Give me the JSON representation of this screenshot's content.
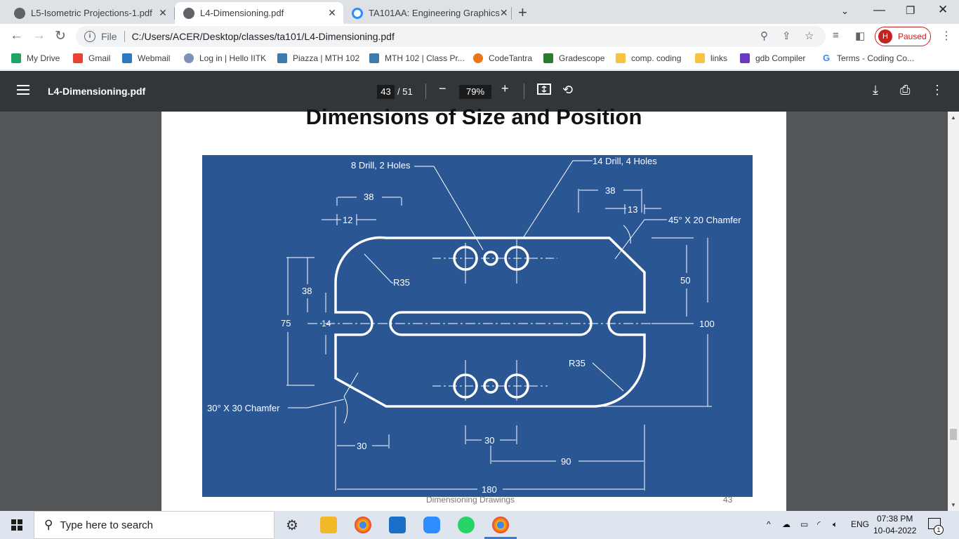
{
  "tabs": [
    {
      "title": "L5-Isometric Projections-1.pdf",
      "active": false,
      "icon": "globe-icon"
    },
    {
      "title": "L4-Dimensioning.pdf",
      "active": true,
      "icon": "globe-icon"
    },
    {
      "title": "TA101AA: Engineering Graphics",
      "active": false,
      "icon": "zoom-icon"
    }
  ],
  "address": {
    "scheme": "File",
    "url": "C:/Users/ACER/Desktop/classes/ta101/L4-Dimensioning.pdf"
  },
  "profile": {
    "initial": "H",
    "status": "Paused"
  },
  "bookmarks": [
    {
      "label": "My Drive",
      "icon": "google-drive-icon",
      "color": "#1fa463"
    },
    {
      "label": "Gmail",
      "icon": "gmail-icon",
      "color": "#ea4335"
    },
    {
      "label": "Webmail",
      "icon": "webmail-icon",
      "color": "#2b79c2"
    },
    {
      "label": "Log in | Hello IITK",
      "icon": "hello-iitk-icon",
      "color": "#7e8fb8"
    },
    {
      "label": "Piazza | MTH 102",
      "icon": "piazza-icon",
      "color": "#3e7aab"
    },
    {
      "label": "MTH 102 | Class Pr...",
      "icon": "piazza-icon",
      "color": "#3e7aab"
    },
    {
      "label": "CodeTantra",
      "icon": "codetantra-icon",
      "color": "#e8761a"
    },
    {
      "label": "Gradescope",
      "icon": "gradescope-icon",
      "color": "#2c7a2f"
    },
    {
      "label": "comp. coding",
      "icon": "folder-icon",
      "color": "#f4c542"
    },
    {
      "label": "links",
      "icon": "folder-icon",
      "color": "#f4c542"
    },
    {
      "label": "gdb Compiler",
      "icon": "gdb-icon",
      "color": "#6a3bc2"
    },
    {
      "label": "Terms - Coding Co...",
      "icon": "google-icon",
      "color": "#4285f4"
    }
  ],
  "pdf": {
    "filename": "L4-Dimensioning.pdf",
    "page_current": "43",
    "page_total": "/ 51",
    "zoom": "79%"
  },
  "slide": {
    "title": "Dimensions of Size and Position",
    "footer": "Dimensioning Drawings",
    "page_number": "43",
    "labels": {
      "drill8": "8 Drill, 2 Holes",
      "drill14": "14 Drill, 4 Holes",
      "d38a": "38",
      "d12": "12",
      "d38b": "38",
      "d13": "13",
      "chamfer45": "45° X 20 Chamfer",
      "d50": "50",
      "r35a": "R35",
      "d38c": "38",
      "d75": "75",
      "d14": "14",
      "d100": "100",
      "r35b": "R35",
      "chamfer30": "30° X 30 Chamfer",
      "d30a": "30",
      "d30b": "30",
      "d90": "90",
      "d180": "180"
    },
    "colors": {
      "background": "#2a5694",
      "lines": "#ffffff"
    }
  },
  "taskbar": {
    "search_placeholder": "Type here to search",
    "language": "ENG",
    "time": "07:38 PM",
    "date": "10-04-2022",
    "notifications": "1"
  }
}
